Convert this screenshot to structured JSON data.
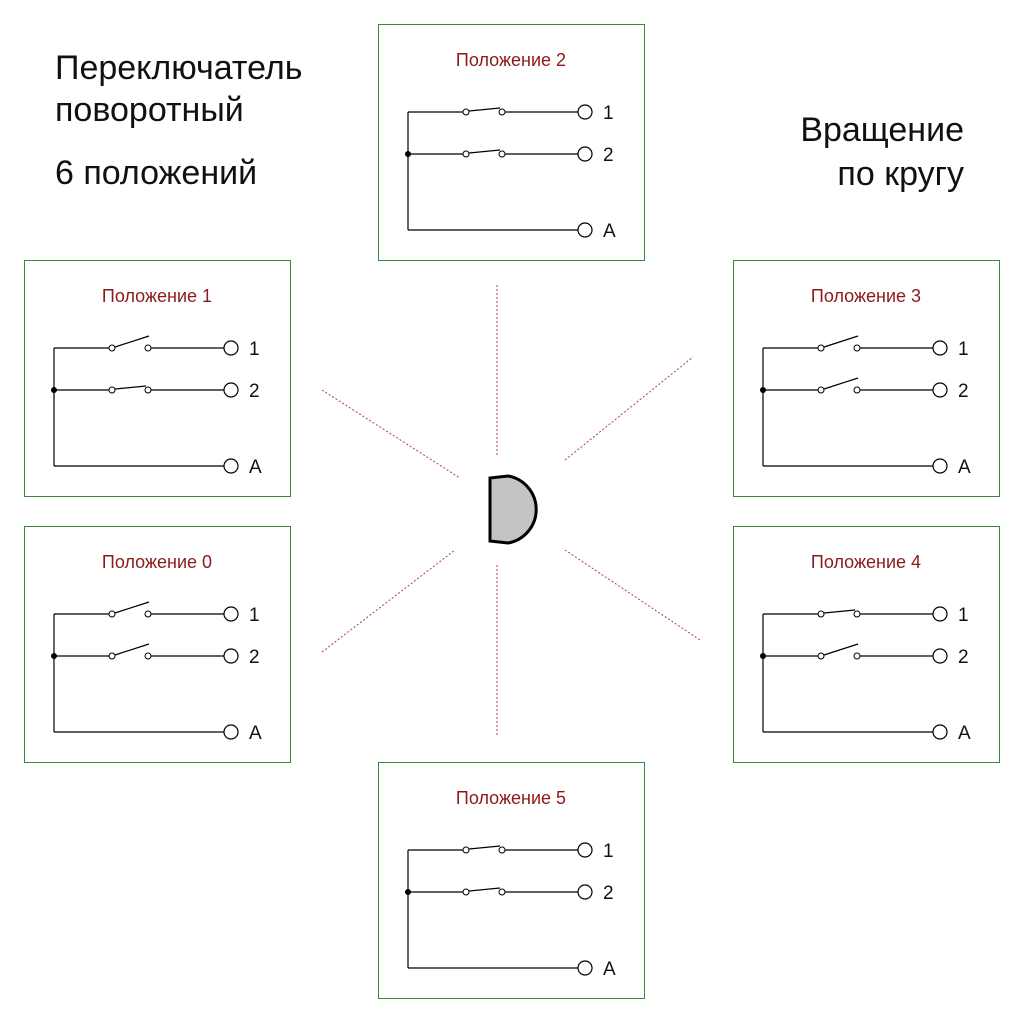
{
  "heading": {
    "line1": "Переключатель",
    "line2": "поворотный",
    "line3": "6 положений"
  },
  "rotation_note": {
    "line1": "Вращение",
    "line2": "по кругу"
  },
  "colors": {
    "box_border": "#3a8a3a",
    "title": "#8b1a1a",
    "ray": "#b04040",
    "knob_fill": "#c4c4c4"
  },
  "terminal_labels": [
    "1",
    "2",
    "A"
  ],
  "positions": [
    {
      "title": "Положение  0",
      "switch1": "open",
      "switch2": "open"
    },
    {
      "title": "Положение  1",
      "switch1": "open",
      "switch2": "closed"
    },
    {
      "title": "Положение  2",
      "switch1": "closed",
      "switch2": "closed"
    },
    {
      "title": "Положение  3",
      "switch1": "open",
      "switch2": "open"
    },
    {
      "title": "Положение  4",
      "switch1": "closed",
      "switch2": "open"
    },
    {
      "title": "Положение  5",
      "switch1": "closed",
      "switch2": "closed"
    }
  ]
}
